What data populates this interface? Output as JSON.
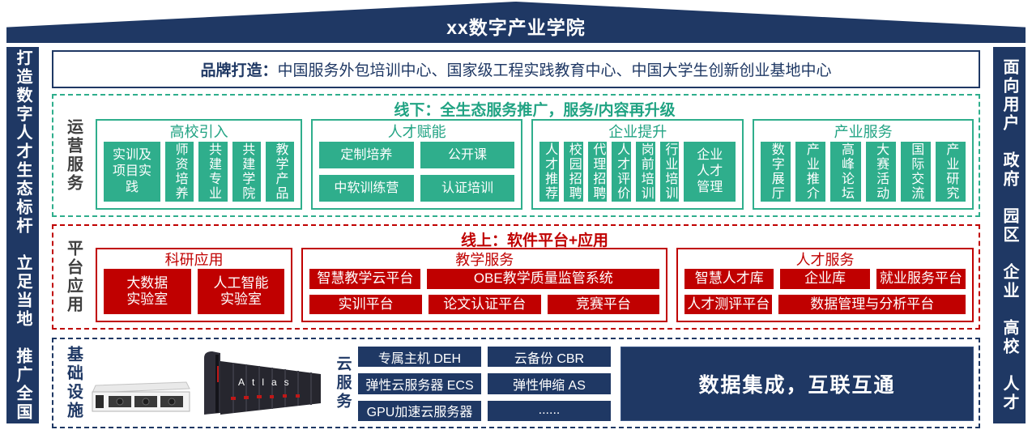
{
  "banner": {
    "title": "xx数字产业学院"
  },
  "left_sidebar": {
    "text": "打造数字人才生态标杆　立足当地　推广全国"
  },
  "right_sidebar": {
    "text": "面向用户　政府　园区　企业　高校　人才"
  },
  "brand": {
    "label": "品牌打造：",
    "content": "中国服务外包培训中心、国家级工程实践教育中心、中国大学生创新创业基地中心"
  },
  "operation": {
    "side_label": "运营服务",
    "title": "线下：全生态服务推广，服务/内容再升级",
    "groups": [
      {
        "name": "高校引入",
        "items": [
          "实训及\n项目实\n践",
          "师资培养",
          "共建专业",
          "共建学院",
          "教学产品"
        ]
      },
      {
        "name": "人才赋能",
        "items": [
          "定制培养",
          "公开课",
          "中软训练营",
          "认证培训"
        ]
      },
      {
        "name": "企业提升",
        "items": [
          "人才推荐",
          "校园招聘",
          "代理招聘",
          "人才评价",
          "岗前培训",
          "行业培训",
          "企业\n人才\n管理"
        ]
      },
      {
        "name": "产业服务",
        "items": [
          "数字展厅",
          "产业推介",
          "高峰论坛",
          "大赛活动",
          "国际交流",
          "产业研究"
        ]
      }
    ]
  },
  "platform": {
    "side_label": "平台应用",
    "title": "线上：软件平台+应用",
    "groups": [
      {
        "name": "科研应用",
        "rows": [
          [
            "大数据\n实验室",
            "人工智能\n实验室"
          ]
        ]
      },
      {
        "name": "教学服务",
        "rows": [
          [
            "智慧教学云平台",
            "OBE教学质量监管系统"
          ],
          [
            "实训平台",
            "论文认证平台",
            "竞赛平台"
          ]
        ]
      },
      {
        "name": "人才服务",
        "rows": [
          [
            "智慧人才库",
            "企业库",
            "就业服务平台"
          ],
          [
            "人才测评平台",
            "数据管理与分析平台"
          ]
        ]
      }
    ]
  },
  "infrastructure": {
    "side_label": "基础设施",
    "cloud_label": "云服务",
    "cloud_items": [
      "专属主机 DEH",
      "云备份 CBR",
      "弹性云服务器 ECS",
      "弹性伸缩 AS",
      "GPU加速云服务器",
      "......"
    ],
    "integration": "数据集成，互联互通",
    "atlas_label": "Atlas"
  },
  "colors": {
    "navy": "#1F3864",
    "green": "#2FAE8C",
    "red": "#C00000"
  }
}
